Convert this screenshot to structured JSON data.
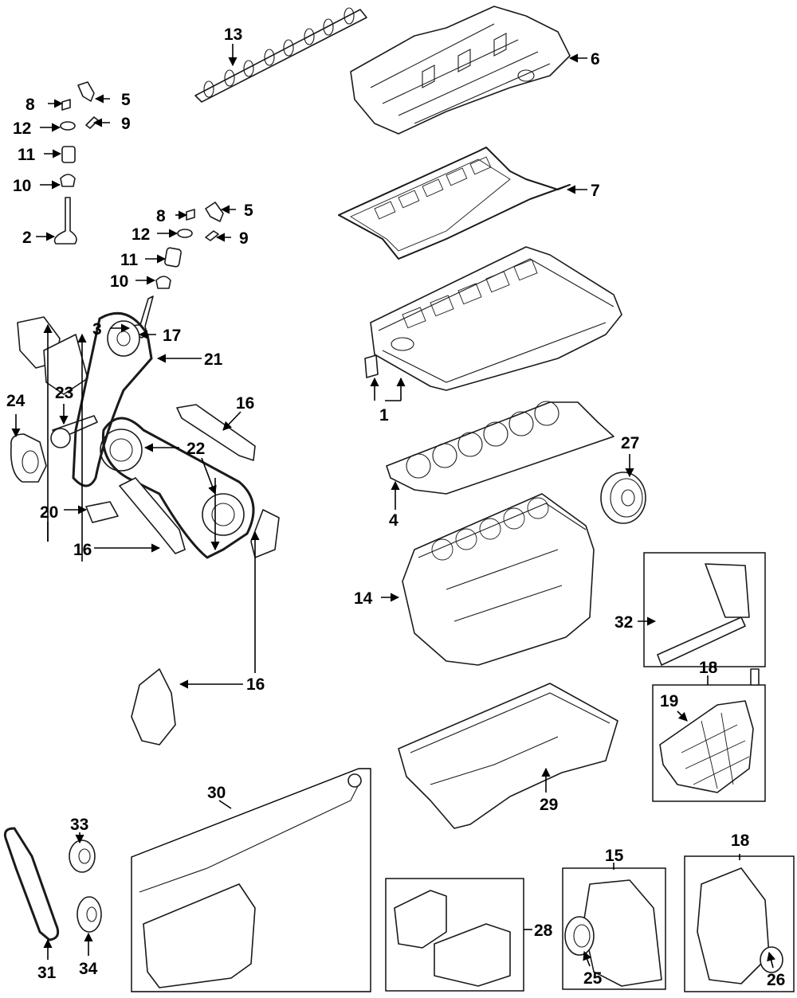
{
  "callouts": {
    "c1": "1",
    "c2": "2",
    "c3": "3",
    "c4": "4",
    "c5a": "5",
    "c5b": "5",
    "c6": "6",
    "c7": "7",
    "c8a": "8",
    "c8b": "8",
    "c9a": "9",
    "c9b": "9",
    "c10a": "10",
    "c10b": "10",
    "c11a": "11",
    "c11b": "11",
    "c12a": "12",
    "c12b": "12",
    "c13": "13",
    "c14": "14",
    "c15": "15",
    "c16a": "16",
    "c16b": "16",
    "c16c": "16",
    "c17": "17",
    "c18a": "18",
    "c18b": "18",
    "c19": "19",
    "c20": "20",
    "c21": "21",
    "c22": "22",
    "c23": "23",
    "c24": "24",
    "c25": "25",
    "c26": "26",
    "c27": "27",
    "c28": "28",
    "c29": "29",
    "c30": "30",
    "c31": "31",
    "c32": "32",
    "c33": "33",
    "c34": "34"
  }
}
